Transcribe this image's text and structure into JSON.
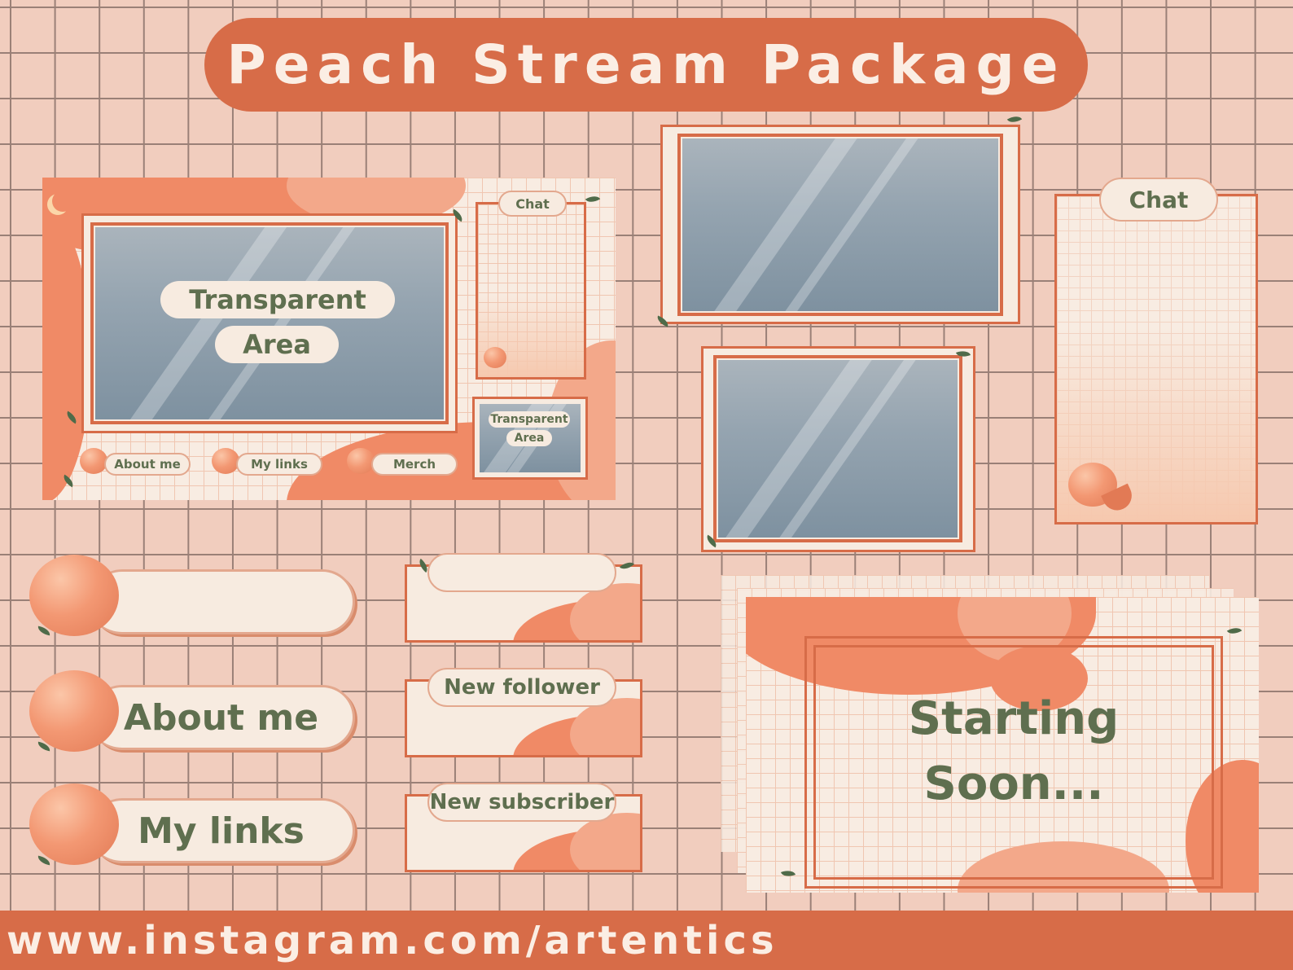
{
  "header": {
    "title": "Peach Stream Package"
  },
  "overlay_preview": {
    "transparent_label_line1": "Transparent",
    "transparent_label_line2": "Area",
    "chat_label": "Chat",
    "cam_label_line1": "Transparent",
    "cam_label_line2": "Area",
    "panels": [
      "About me",
      "My links",
      "Merch"
    ]
  },
  "chat_panel": {
    "label": "Chat"
  },
  "panel_buttons": [
    {
      "label": ""
    },
    {
      "label": "About me"
    },
    {
      "label": "My links"
    }
  ],
  "alerts": [
    {
      "label": ""
    },
    {
      "label": "New follower"
    },
    {
      "label": "New subscriber"
    }
  ],
  "starting_screen": {
    "line1": "Starting",
    "line2": "Soon..."
  },
  "footer": {
    "url": "www.instagram.com/artentics"
  },
  "colors": {
    "accent": "#d76c48",
    "cream": "#f7ebe0",
    "green_text": "#5f6f4f",
    "glass": "#95a4b0"
  }
}
